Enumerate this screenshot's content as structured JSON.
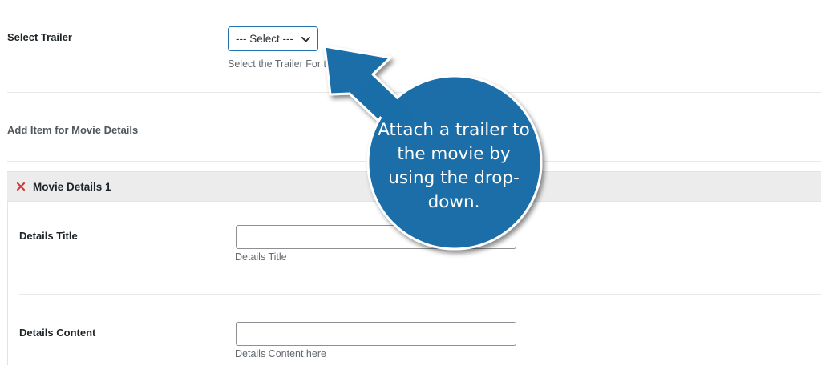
{
  "trailer": {
    "label": "Select Trailer",
    "select_value": "--- Select ---",
    "description": "Select the Trailer For the Movie"
  },
  "add_item": {
    "label": "Add Item for Movie Details"
  },
  "repeater": {
    "title": "Movie Details 1",
    "fields": [
      {
        "label": "Details Title",
        "value": "",
        "description": "Details Title"
      },
      {
        "label": "Details Content",
        "value": "",
        "description": "Details Content here"
      }
    ]
  },
  "callout": {
    "text": "Attach a trailer to the movie by using the drop-down.",
    "color": "#1a6ea8"
  },
  "colors": {
    "accent": "#2271b1",
    "remove": "#d63638"
  }
}
